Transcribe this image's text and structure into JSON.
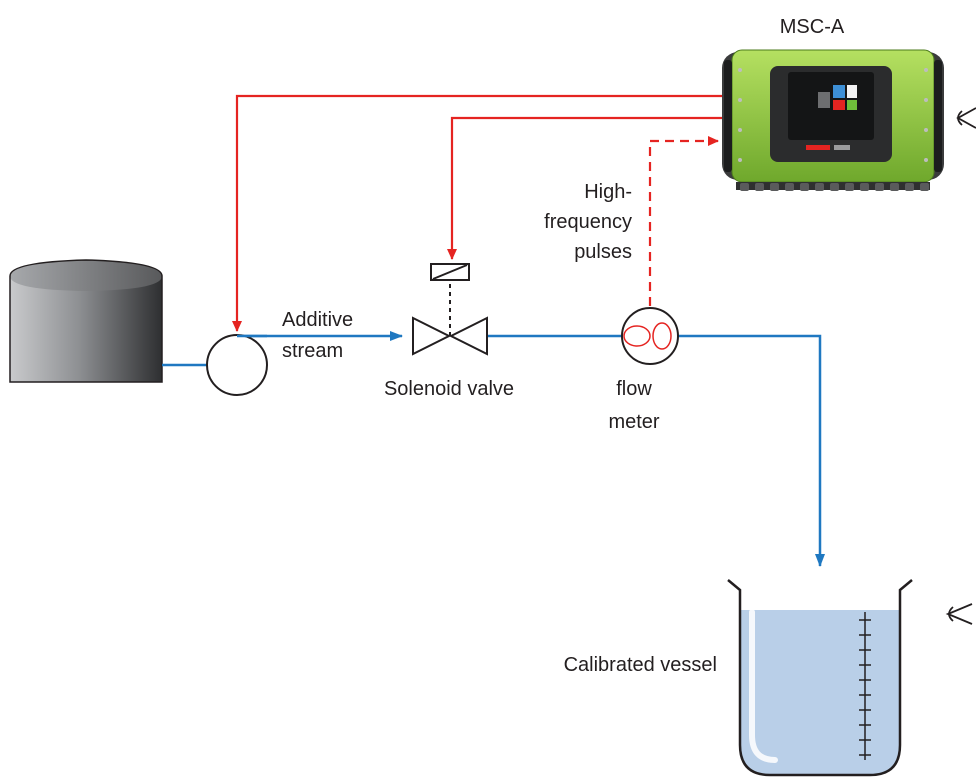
{
  "labels": {
    "controller": "MSC-A",
    "pulses_line1": "High-",
    "pulses_line2": "frequency",
    "pulses_line3": "pulses",
    "additive_line1": "Additive",
    "additive_line2": "stream",
    "solenoid_valve": "Solenoid valve",
    "flow_line1": "flow",
    "flow_line2": "meter",
    "vessel": "Calibrated vessel"
  },
  "colors": {
    "control_signal": "#e52421",
    "process_flow": "#1f78c1",
    "controller_body": "#8dc63f",
    "vessel_liquid": "#b9cfe8",
    "tank": "#7b7d80"
  },
  "icons": [
    "eye-icon",
    "eye-icon"
  ]
}
